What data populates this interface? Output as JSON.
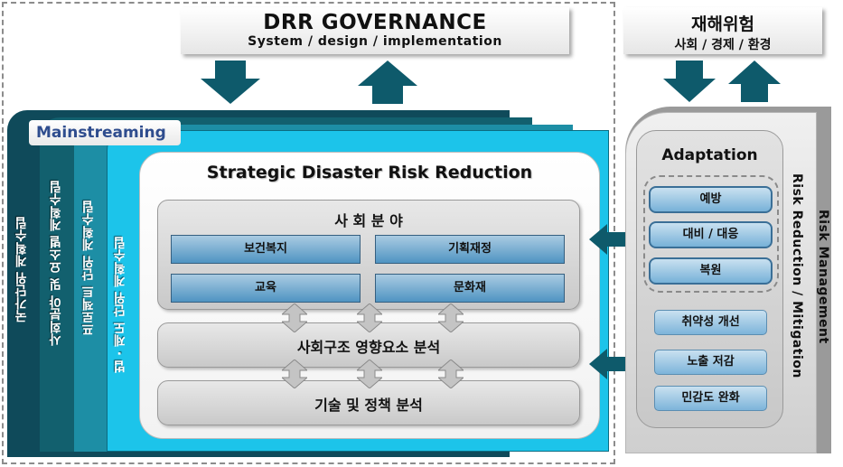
{
  "governance": {
    "title": "DRR GOVERNANCE",
    "subtitle": "System / design / implementation"
  },
  "hazard": {
    "title": "재해위험",
    "subtitle": "사회 / 경제 / 환경"
  },
  "mainstreaming": {
    "label": "Mainstreaming",
    "layers": [
      "국가단위 계획수립",
      "사회분야 및 요소별 계획수립",
      "프로젝트 단위 계획수립",
      "법 · 제도 단위 계획수립"
    ]
  },
  "strategic": {
    "title": "Strategic Disaster Risk Reduction",
    "social_sector": {
      "title": "사 회 분 야",
      "items": [
        "보건복지",
        "기획재정",
        "교육",
        "문화재"
      ]
    },
    "analysis_title": "사회구조 영향요소 분석",
    "policy_title": "기술 및 정책 분석"
  },
  "adaptation": {
    "title": "Adaptation",
    "group_items": [
      "예방",
      "대비 / 대응",
      "복원"
    ],
    "items": [
      "취약성 개선",
      "노출 저감",
      "민감도 완화"
    ]
  },
  "risk": {
    "reduction_label": "Risk Reduction / Mitigation",
    "management_label": "Risk Management"
  },
  "colors": {
    "arrow": "#0e5a6b",
    "layer_dark": "#0f4a5a",
    "layer_cyan": "#1cc4ea",
    "tile_blue": "#4f94c2"
  }
}
